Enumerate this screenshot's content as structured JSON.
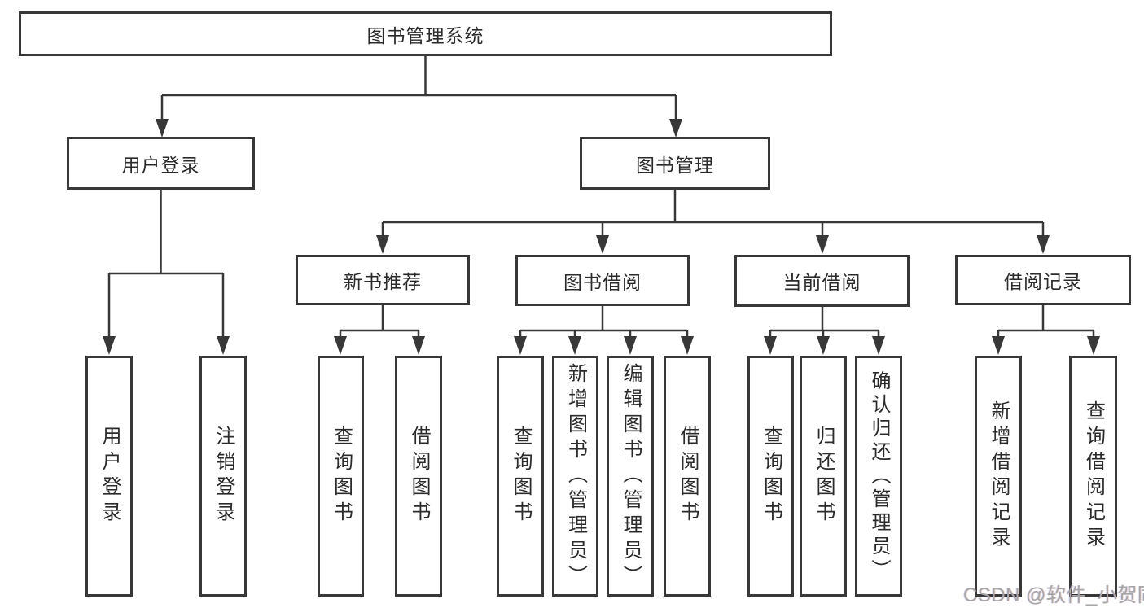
{
  "diagram": {
    "root": "图书管理系统",
    "level2": {
      "user_login": "用户登录",
      "book_management": "图书管理"
    },
    "level3": {
      "new_book_recommendation": "新书推荐",
      "book_borrowing": "图书借阅",
      "current_borrowing": "当前借阅",
      "borrowing_records": "借阅记录"
    },
    "leaves": {
      "user_login": "用户登录",
      "logout_login": "注销登录",
      "query_books_under_recommend": "查询图书",
      "borrow_books_under_recommend": "借阅图书",
      "query_books_under_borrowing": "查询图书",
      "add_books_admin": "新增图书（管理员）",
      "edit_books_admin": "编辑图书（管理员）",
      "borrow_books_under_borrowing": "借阅图书",
      "query_books_under_current": "查询图书",
      "return_books": "归还图书",
      "confirm_return_admin": "确认归还（管理员）",
      "add_borrowing_record": "新增借阅记录",
      "query_borrowing_record": "查询借阅记录"
    }
  },
  "colors": {
    "line": "#383838",
    "text": "#2b2b2b",
    "watermark": "#a6a6a6"
  },
  "watermark": "CSDN @软件_小贺同学"
}
